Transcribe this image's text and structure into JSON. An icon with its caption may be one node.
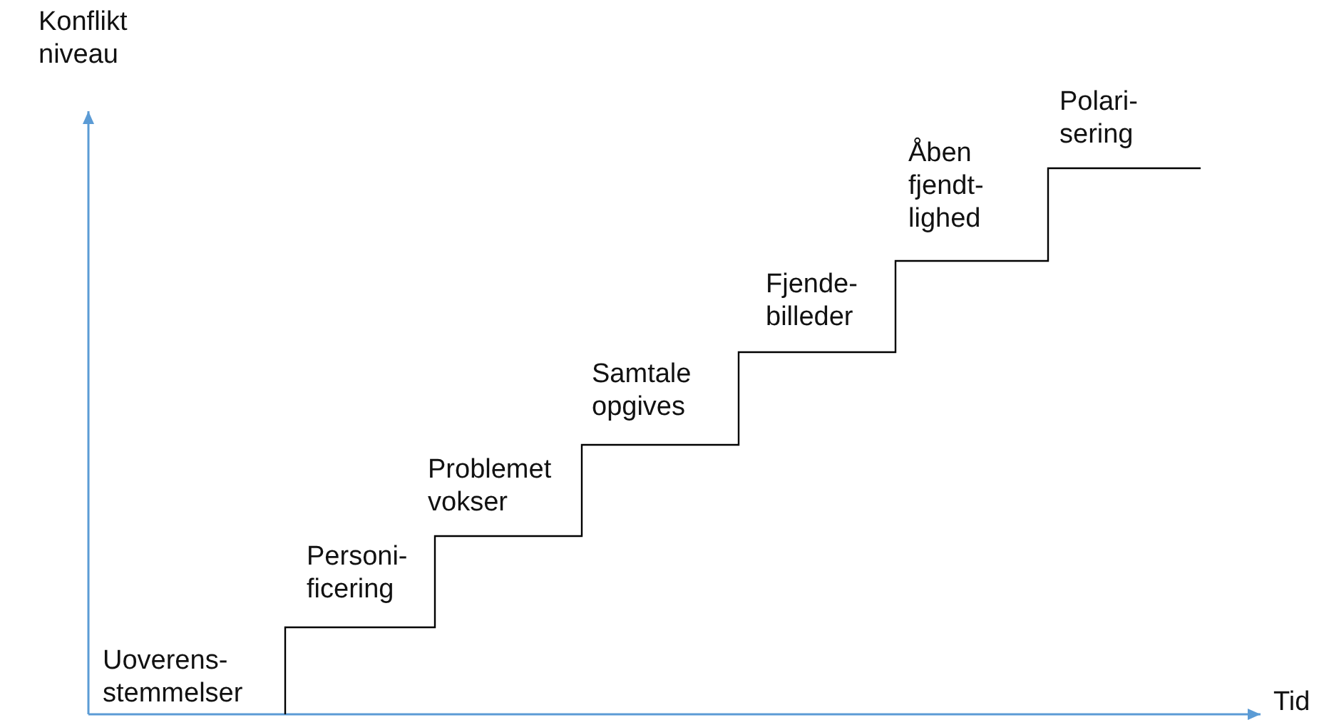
{
  "diagram": {
    "labels": [
      "Konflikt niveau",
      "Polari- sering",
      "Åben fjendt- lighed",
      "Fjende- billeder",
      "Samtale opgives",
      "Problemet vokser",
      "Personi- ficering",
      "Uoverens- stemmelser",
      "Tid"
    ]
  }
}
